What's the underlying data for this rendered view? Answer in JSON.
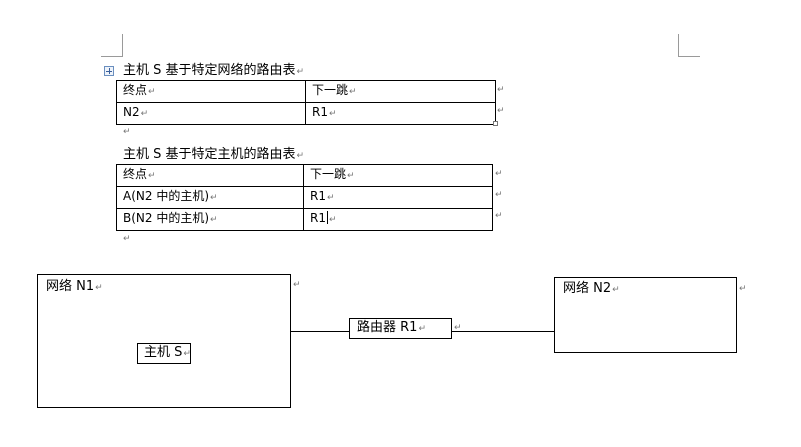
{
  "table1": {
    "heading": "主机 S 基于特定网络的路由表",
    "headers": [
      "终点",
      "下一跳"
    ],
    "rows": [
      [
        "N2",
        "R1"
      ]
    ]
  },
  "table2": {
    "heading": "主机 S 基于特定主机的路由表",
    "headers": [
      "终点",
      "下一跳"
    ],
    "rows": [
      [
        "A(N2 中的主机)",
        "R1"
      ],
      [
        "B(N2 中的主机)",
        "R1"
      ]
    ]
  },
  "diagram": {
    "network1_label": "网络 N1",
    "host_label": "主机 S",
    "router_label": "路由器 R1",
    "network2_label": "网络 N2"
  },
  "marks": {
    "paragraph": "↵"
  }
}
